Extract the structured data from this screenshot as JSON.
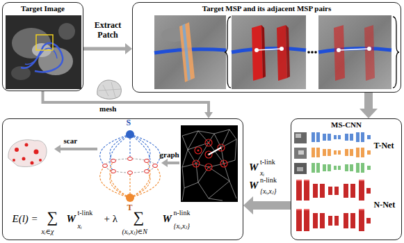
{
  "diagram": {
    "nodes": [
      {
        "text": [
          "Target Image"
        ]
      },
      {
        "text": [
          "Target MSP and its adjacent MSP pairs"
        ]
      },
      {
        "text": [
          "MS-CNN"
        ]
      },
      {
        "text": [
          "T-Net"
        ],
        "in": 2
      },
      {
        "text": [
          "N-Net"
        ],
        "in": 2
      },
      {
        "text": [
          "S",
          "T",
          "graph",
          "scar",
          "E(l) =",
          "∑",
          "xᵢ∈χ",
          "W",
          "t-link",
          "xᵢ",
          "+ λ",
          "∑",
          "(xᵢ,xⱼ)∈N",
          "W",
          "n-link",
          "{xᵢ,xⱼ}"
        ]
      }
    ],
    "edges": [
      {
        "from": 0,
        "to": 1,
        "arrow": "to",
        "label": "Extract Patch"
      },
      {
        "from": 1,
        "to": 2,
        "arrow": "to"
      },
      {
        "from": 2,
        "to": 5,
        "arrow": "to"
      },
      {
        "from": 0,
        "to": 5,
        "arrow": "to"
      }
    ],
    "labels": [
      "mesh",
      "W",
      "t-link",
      "xᵢ",
      "W",
      "n-link",
      "{xᵢ,xⱼ}"
    ]
  }
}
